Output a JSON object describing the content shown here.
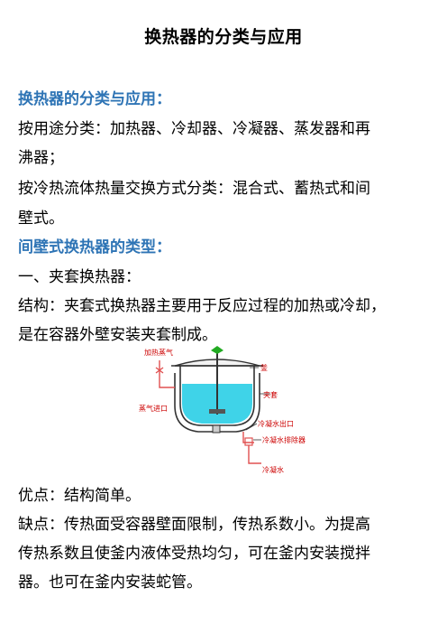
{
  "title": "换热器的分类与应用",
  "sections": [
    {
      "heading": "换热器的分类与应用：",
      "lines": [
        "按用途分类：加热器、冷却器、冷凝器、蒸发器和再",
        "沸器；",
        "按冷热流体热量交换方式分类：混合式、蓄热式和间",
        "壁式。"
      ]
    },
    {
      "heading": "间壁式换热器的类型：",
      "lines": [
        "一、夹套换热器：",
        "结构：夹套式换热器主要用于反应过程的加热或冷却，",
        "是在容器外壁安装夹套制成。"
      ]
    }
  ],
  "figure": {
    "labels": {
      "steam_heating": "加热蒸气",
      "steam_inlet": "蒸气进口",
      "lid": "釜",
      "jacket": "夹套",
      "condensate_outlet": "冷凝水出口",
      "condensate_drain": "冷凝水排除器",
      "condensate": "冷凝水"
    },
    "colors": {
      "liquid": "#3fd3e8",
      "vessel": "#333333",
      "pipe": "#e05050",
      "label": "#cc0000",
      "agitator_top": "#22aa22"
    }
  },
  "after": {
    "lines": [
      "优点：结构简单。",
      "缺点：传热面受容器壁面限制，传热系数小。为提高",
      "传热系数且使釜内液体受热均匀，可在釜内安装搅拌",
      "器。也可在釜内安装蛇管。"
    ]
  }
}
